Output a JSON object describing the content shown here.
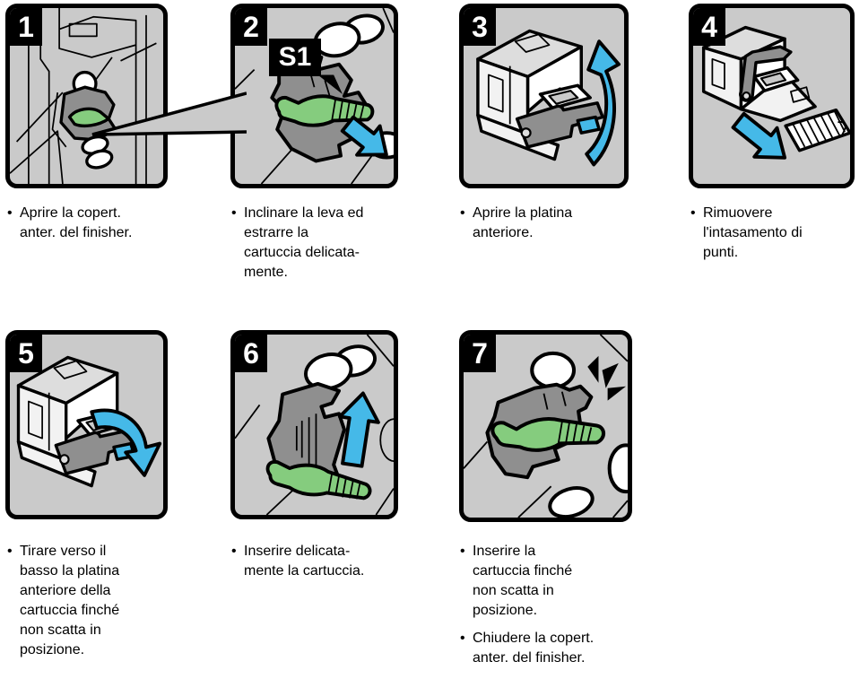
{
  "colors": {
    "panel_bg": "#CACACA",
    "outline": "#000000",
    "dark_gray": "#8F8F8F",
    "green": "#85CC7E",
    "blue": "#45B9E8",
    "badge_bg": "#000000",
    "badge_text": "#FFFFFF",
    "white": "#FFFFFF",
    "face_light": "#F2F2F2",
    "face_mid": "#DDDDDD"
  },
  "ui": {
    "bullet": "•"
  },
  "labels": {
    "s1": "S1"
  },
  "steps": [
    {
      "num": "1",
      "captions": [
        "Aprire la copert.\nanter. del finisher."
      ]
    },
    {
      "num": "2",
      "captions": [
        "Inclinare la leva ed\nestrarre la\ncartuccia delicata-\nmente."
      ]
    },
    {
      "num": "3",
      "captions": [
        "Aprire la platina\nanteriore."
      ]
    },
    {
      "num": "4",
      "captions": [
        "Rimuovere\nl'intasamento di\npunti."
      ]
    },
    {
      "num": "5",
      "captions": [
        "Tirare verso il\nbasso la platina\nanteriore della\ncartuccia finché\nnon scatta in\nposizione."
      ]
    },
    {
      "num": "6",
      "captions": [
        "Inserire delicata-\nmente la cartuccia."
      ]
    },
    {
      "num": "7",
      "captions": [
        "Inserire la\ncartuccia finché\nnon scatta in\nposizione.",
        "Chiudere la copert.\nanter. del finisher."
      ]
    }
  ]
}
